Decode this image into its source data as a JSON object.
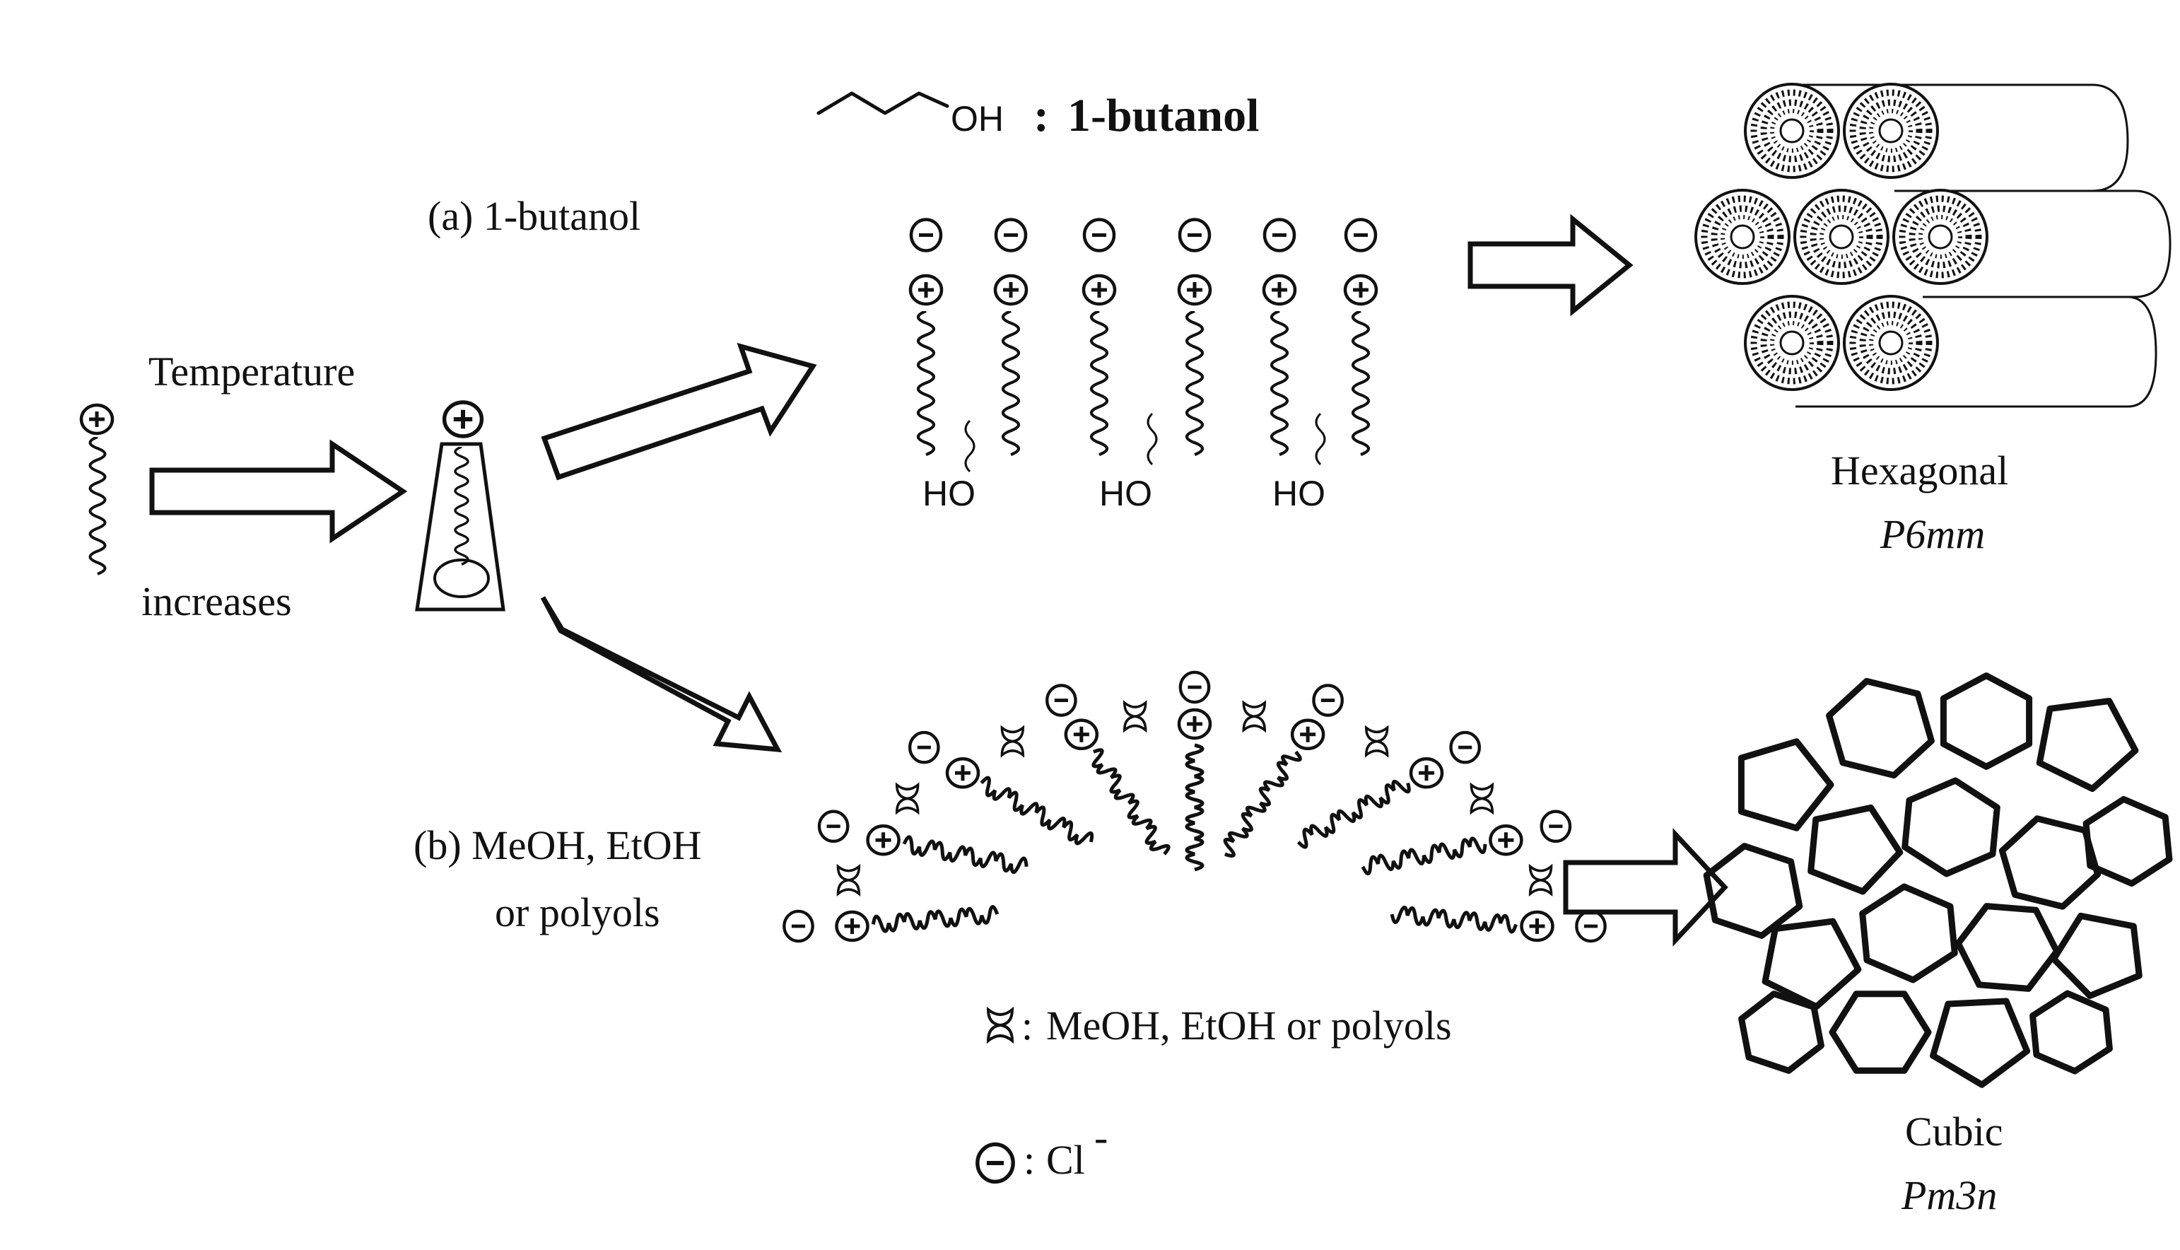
{
  "labels": {
    "legend_butanol": "1-butanol",
    "path_a": "(a) 1-butanol",
    "temperature": "Temperature",
    "increases": "increases",
    "path_b_line1": "(b) MeOH, EtOH",
    "path_b_line2": "or polyols",
    "legend_alcohols": "MeOH, EtOH or polyols",
    "legend_chloride": "Cl",
    "chloride_charge": "-",
    "oh_group": "OH",
    "ho_group": "HO",
    "colon": ":"
  },
  "phases": {
    "hexagonal": {
      "name": "Hexagonal",
      "group": "P6mm"
    },
    "cubic": {
      "name": "Cubic",
      "group": "Pm3n"
    }
  },
  "icons": {
    "cation": "plus-circle-icon",
    "anion": "minus-circle-icon",
    "alcohol": "bowtie-molecule-icon"
  },
  "colors": {
    "ink": "#111111",
    "background": "#ffffff"
  }
}
